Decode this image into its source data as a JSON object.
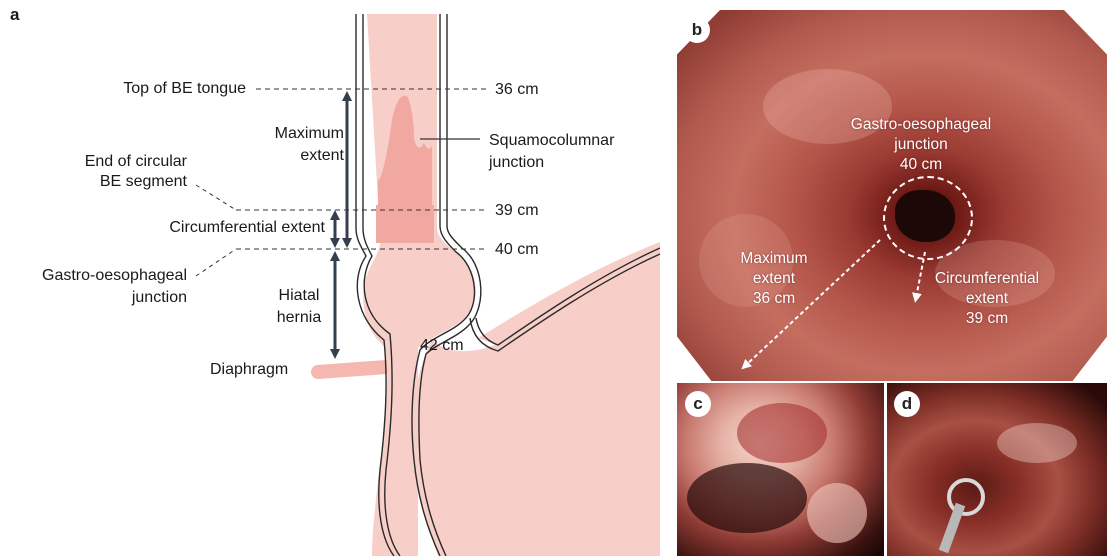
{
  "panel_a": {
    "letter": "a",
    "labels": {
      "top_tongue": "Top of BE tongue",
      "max_extent_1": "Maximum",
      "max_extent_2": "extent",
      "end_circ_1": "End of circular",
      "end_circ_2": "BE segment",
      "circ_extent": "Circumferential extent",
      "goj_1": "Gastro-oesophageal",
      "goj_2": "junction",
      "hiatal_1": "Hiatal",
      "hiatal_2": "hernia",
      "diaphragm": "Diaphragm",
      "squamo_1": "Squamocolumnar",
      "squamo_2": "junction",
      "cm36": "36 cm",
      "cm39": "39 cm",
      "cm40": "40 cm",
      "cm42": "42 cm"
    }
  },
  "panel_b": {
    "letter": "b",
    "goj_1": "Gastro-oesophageal",
    "goj_2": "junction",
    "goj_3": "40 cm",
    "max_1": "Maximum",
    "max_2": "extent",
    "max_3": "36 cm",
    "circ_1": "Circumferential",
    "circ_2": "extent",
    "circ_3": "39 cm"
  },
  "panel_c": {
    "letter": "c"
  },
  "panel_d": {
    "letter": "d"
  },
  "colors": {
    "tissue": "#f8cfc8",
    "barrett": "#f0a8a0",
    "outline": "#2a2a2a",
    "arrow": "#34404e"
  }
}
